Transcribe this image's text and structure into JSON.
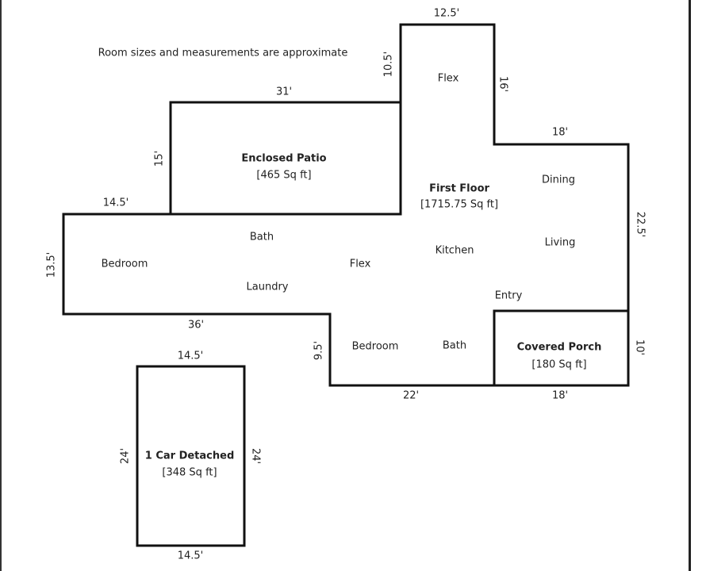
{
  "note": "Room sizes and measurements are approximate",
  "areas": {
    "enclosed_patio": {
      "name": "Enclosed Patio",
      "area": "[465 Sq ft]"
    },
    "first_floor": {
      "name": "First Floor",
      "area": "[1715.75 Sq ft]"
    },
    "covered_porch": {
      "name": "Covered Porch",
      "area": "[180 Sq ft]"
    },
    "garage": {
      "name": "1 Car Detached",
      "area": "[348 Sq ft]"
    }
  },
  "rooms": {
    "flex_top": "Flex",
    "dining": "Dining",
    "living": "Living",
    "kitchen": "Kitchen",
    "flex_mid": "Flex",
    "bath_upper": "Bath",
    "bedroom_left": "Bedroom",
    "laundry": "Laundry",
    "entry": "Entry",
    "bedroom_lower": "Bedroom",
    "bath_lower": "Bath"
  },
  "dimensions": {
    "flex_top_width": "12.5'",
    "flex_left_height": "10.5'",
    "flex_right_height": "16'",
    "patio_top": "31'",
    "patio_left": "15'",
    "dining_top": "18'",
    "right_side": "22.5'",
    "left_top": "14.5'",
    "left_side": "13.5'",
    "bottom_left": "36'",
    "bedroom_step": "9.5'",
    "bottom_mid": "22'",
    "porch_bottom": "18'",
    "porch_side": "10'",
    "garage_top": "14.5'",
    "garage_bottom": "14.5'",
    "garage_left": "24'",
    "garage_right": "24'"
  },
  "colors": {
    "line": "#111111",
    "text": "#222222",
    "background": "#ffffff"
  }
}
